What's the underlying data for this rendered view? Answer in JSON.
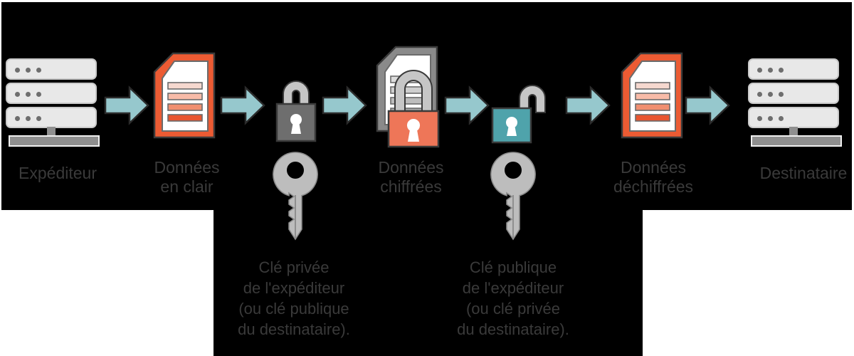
{
  "diagram": {
    "title": "Chiffrement et dechiffrement asymetrique",
    "background_color": "#000000",
    "page_color": "#ffffff",
    "palette": {
      "arrow": "#96c8cd",
      "arrow_outline": "#2b2b2b",
      "doc_orange": "#ec5b33",
      "doc_bar_1": "#f5d8cf",
      "doc_bar_2": "#f8bba8",
      "doc_bar_3": "#f08f70",
      "doc_bar_4": "#e8552f",
      "lock_closed_body": "#6e6e6e",
      "lock_shackle": "#c6c6c6",
      "lock_orange_body": "#ee7658",
      "lock_teal_body": "#4fa3ab",
      "key_gray": "#bdbdbd",
      "server_light": "#e8e8e8",
      "server_dark": "#8f8f8f",
      "caption_text": "#3a3a3a",
      "doc_gray_border": "#8a8a8a",
      "doc_gray_bar": "#cfcfcf"
    },
    "steps": [
      {
        "id": "sender",
        "kind": "server",
        "label": "Expéditeur"
      },
      {
        "id": "plain-data",
        "kind": "document",
        "label": "Données\nen clair"
      },
      {
        "id": "encrypt-lock",
        "kind": "lock-closed",
        "label": ""
      },
      {
        "id": "cipher-data",
        "kind": "document-locked",
        "label": "Données\nchiffrées"
      },
      {
        "id": "decrypt-lock",
        "kind": "lock-open",
        "label": ""
      },
      {
        "id": "plain-data-2",
        "kind": "document",
        "label": "Données\ndéchiffrées"
      },
      {
        "id": "recipient",
        "kind": "server",
        "label": "Destinataire"
      }
    ],
    "keys": [
      {
        "id": "private-key",
        "icon": "key-icon",
        "caption": "Clé privée\nde l'expéditeur\n(ou clé publique\ndu destinataire)."
      },
      {
        "id": "public-key",
        "icon": "key-icon",
        "caption": "Clé publique\nde l'expéditeur\n(ou clé privée\ndu destinataire)."
      }
    ],
    "arrows": [
      {
        "id": "arrow-1",
        "icon": "arrow-right-icon"
      },
      {
        "id": "arrow-2",
        "icon": "arrow-right-icon"
      },
      {
        "id": "arrow-3",
        "icon": "arrow-right-icon"
      },
      {
        "id": "arrow-4",
        "icon": "arrow-right-icon"
      },
      {
        "id": "arrow-5",
        "icon": "arrow-right-icon"
      },
      {
        "id": "arrow-6",
        "icon": "arrow-right-icon"
      }
    ]
  }
}
